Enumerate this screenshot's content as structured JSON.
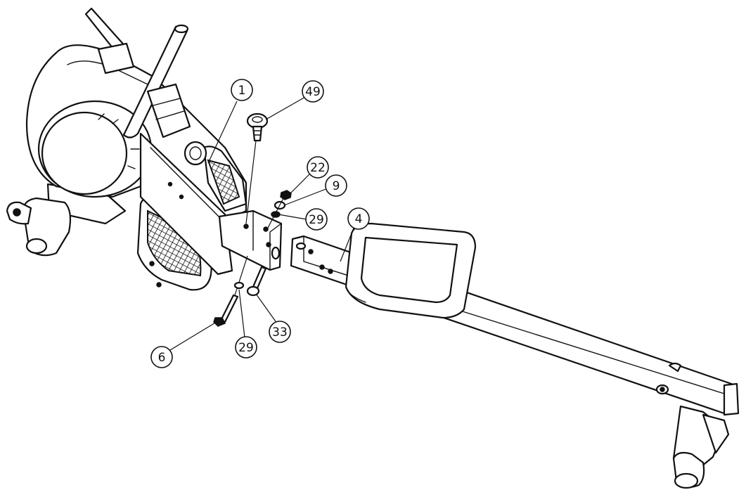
{
  "callouts": [
    {
      "id": "c1",
      "label": "1"
    },
    {
      "id": "c49",
      "label": "49"
    },
    {
      "id": "c22",
      "label": "22"
    },
    {
      "id": "c9",
      "label": "9"
    },
    {
      "id": "c29a",
      "label": "29"
    },
    {
      "id": "c4",
      "label": "4"
    },
    {
      "id": "c6",
      "label": "6"
    },
    {
      "id": "c29b",
      "label": "29"
    },
    {
      "id": "c33",
      "label": "33"
    }
  ]
}
